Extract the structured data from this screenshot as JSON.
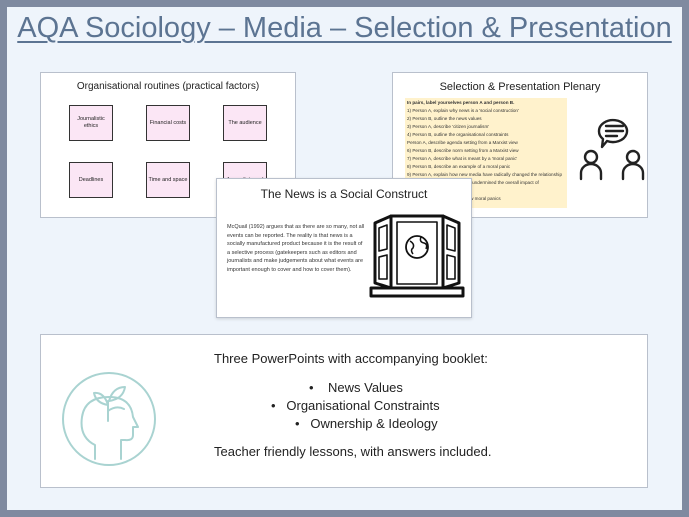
{
  "header": {
    "title": "AQA Sociology – Media – Selection & Presentation"
  },
  "slide1": {
    "title": "Organisational routines (practical factors)",
    "boxes": [
      "Journalistic ethics",
      "Financial costs",
      "The audience",
      "Deadlines",
      "Time and space",
      "Journalists and"
    ]
  },
  "slide2": {
    "title": "Selection & Presentation Plenary",
    "lines": [
      "In pairs, label yourselves person A and person B.",
      "1) Person A, explain why news is a 'social construction'",
      "2) Person B, outline the news values",
      "3) Person A, describe 'citizen journalism'",
      "4) Person B, outline the organisational constraints",
      "Person A, describe agenda setting from a Marxist view",
      "6) Person B, describe norm setting from a Marxist view",
      "7) Person A, describe what is meant by a 'moral panic'",
      "8) Person B, describe an example of a moral panic",
      "9) Person A, explain how new media have radically changed the relationship",
      "between the audience and thus undermined the overall impact of",
      "",
      "10) How do postmodernists view moral panics"
    ],
    "visible_fragments": [
      "w media have radically changed the relationship",
      "dience and thus undermined the overall impact of",
      "odernists view moral panics"
    ]
  },
  "slide3": {
    "title": "The News is a Social Construct",
    "body": "McQuail (1992) argues that as there are so many, not all events can be reported. The reality is that news is a socially manufactured product because it is the result of a selective process (gatekeepers such as editors and journalists and make judgements about what events are important enough to cover and how to cover them)."
  },
  "info": {
    "intro": "Three PowerPoints with accompanying booklet:",
    "bullets": [
      "News Values",
      "Organisational Constraints",
      "Ownership & Ideology"
    ],
    "footer": "Teacher friendly lessons, with answers included."
  },
  "colors": {
    "title": "#5c7492",
    "border": "#7f8aa0",
    "background": "#eef4fb",
    "pink_box": "#fbe6f5",
    "yellow_box": "#fff2cc",
    "icon": "#a9d3d1"
  },
  "icons": [
    "discussion-people-icon",
    "open-window-globe-icon",
    "head-plant-icon"
  ]
}
